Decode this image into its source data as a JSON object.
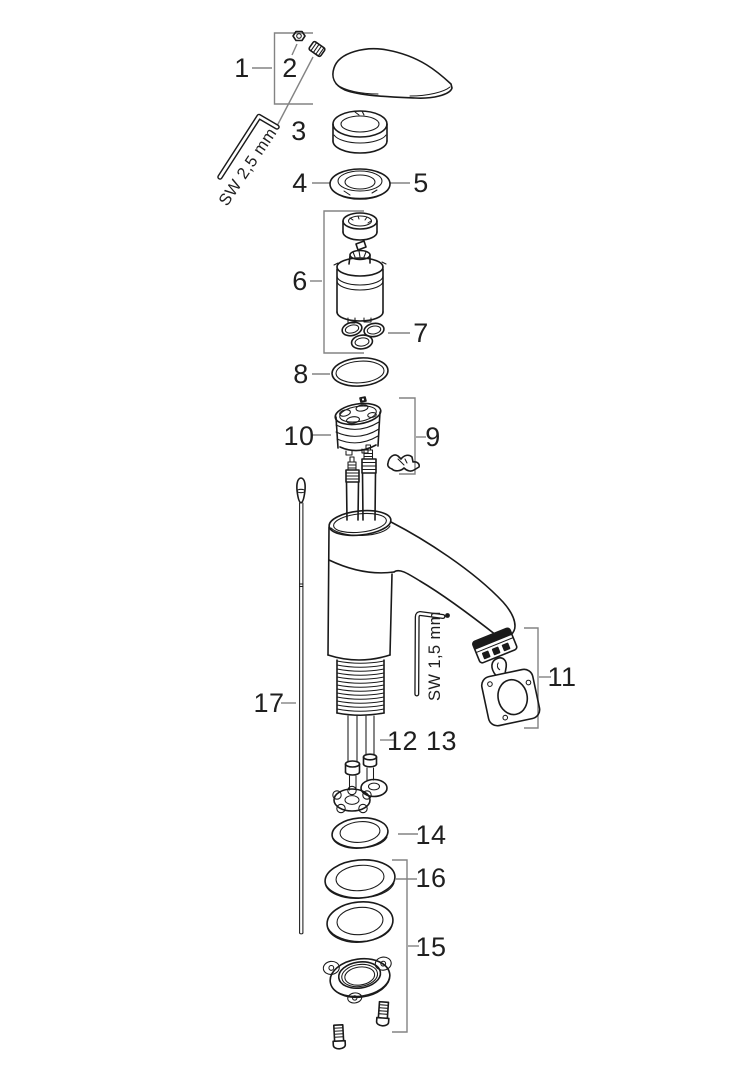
{
  "diagram": {
    "background": "#ffffff",
    "line_color": "#1a1a1a",
    "leader_color": "#838383",
    "callouts": [
      {
        "text": "1"
      },
      {
        "text": "2"
      },
      {
        "text": "3"
      },
      {
        "text": "4"
      },
      {
        "text": "5"
      },
      {
        "text": "6"
      },
      {
        "text": "7"
      },
      {
        "text": "8"
      },
      {
        "text": "9"
      },
      {
        "text": "10"
      },
      {
        "text": "11"
      },
      {
        "text": "12 13"
      },
      {
        "text": "14"
      },
      {
        "text": "15"
      },
      {
        "text": "16"
      },
      {
        "text": "17"
      }
    ],
    "tools": [
      {
        "label": "SW 2,5 mm"
      },
      {
        "label": "SW 1,5 mm"
      }
    ]
  }
}
